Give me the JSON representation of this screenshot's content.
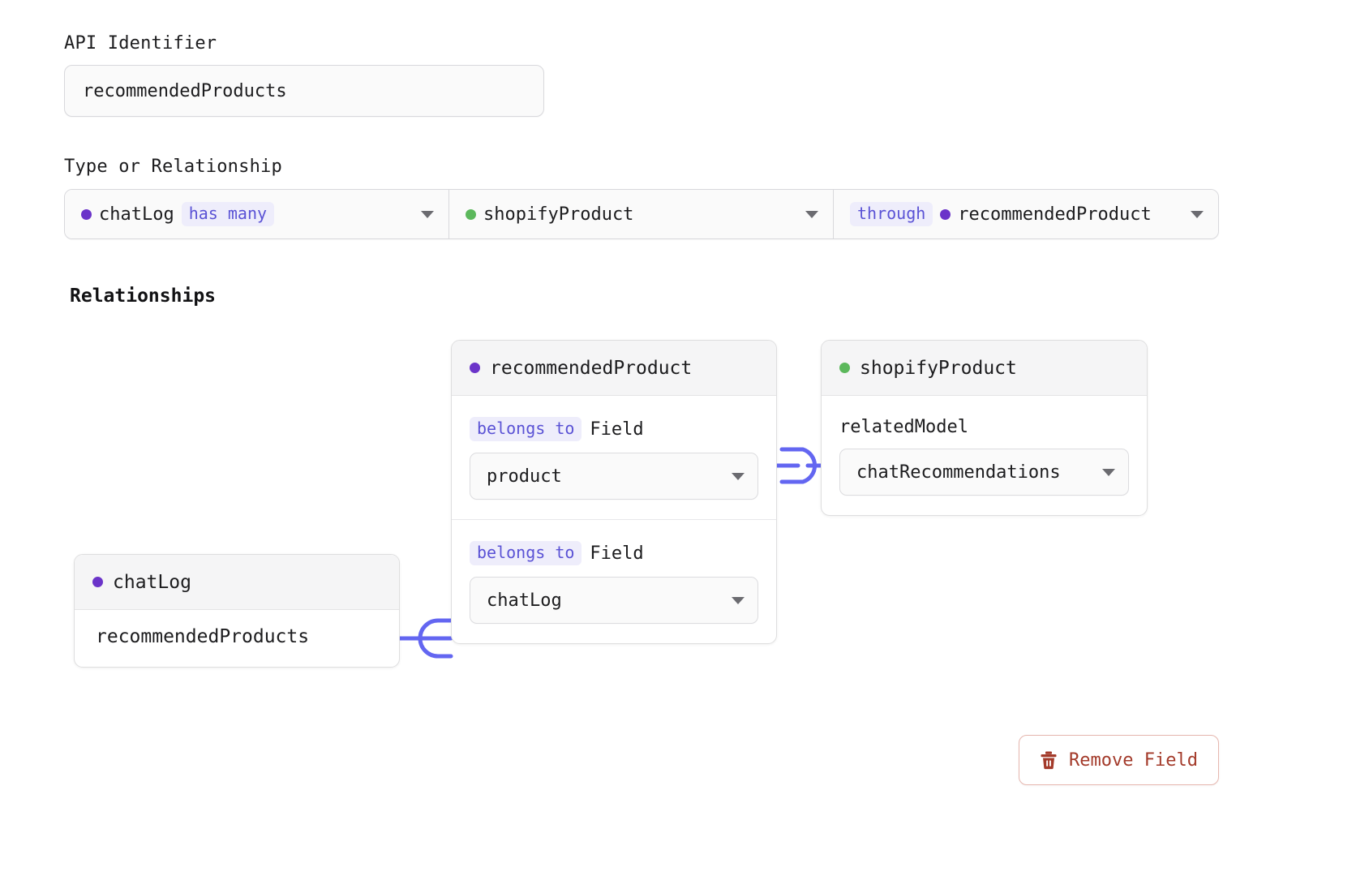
{
  "form": {
    "api_identifier": {
      "label": "API Identifier",
      "value": "recommendedProducts",
      "placeholder": "recommendedProducts"
    },
    "type_or_relationship": {
      "label": "Type or Relationship",
      "segments": [
        {
          "model": "chatLog",
          "dot_color": "#6b34c9",
          "badge": "has many",
          "caret_icon": "chevron-down-icon"
        },
        {
          "model": "shopifyProduct",
          "dot_color": "#5cb85c",
          "badge": "",
          "caret_icon": "chevron-down-icon"
        },
        {
          "model": "recommendedProduct",
          "dot_color": "#6b34c9",
          "badge": "through",
          "caret_icon": "chevron-down-icon"
        }
      ]
    }
  },
  "relationships": {
    "heading": "Relationships",
    "cards": {
      "recommended_product": {
        "title": "recommendedProduct",
        "dot_color": "#6b34c9",
        "fields": [
          {
            "badge": "belongs to",
            "label": "Field",
            "value": "product"
          },
          {
            "badge": "belongs to",
            "label": "Field",
            "value": "chatLog"
          }
        ]
      },
      "shopify_product": {
        "title": "shopifyProduct",
        "dot_color": "#5cb85c",
        "fields": [
          {
            "badge": "",
            "label": "relatedModel",
            "value": "chatRecommendations"
          }
        ]
      },
      "chat_log": {
        "title": "chatLog",
        "dot_color": "#6b34c9",
        "field_name": "recommendedProducts"
      }
    },
    "connector_color": "#6366f1"
  },
  "actions": {
    "remove_field": {
      "label": "Remove Field",
      "icon": "trash-icon",
      "color": "#a33a2a"
    }
  }
}
